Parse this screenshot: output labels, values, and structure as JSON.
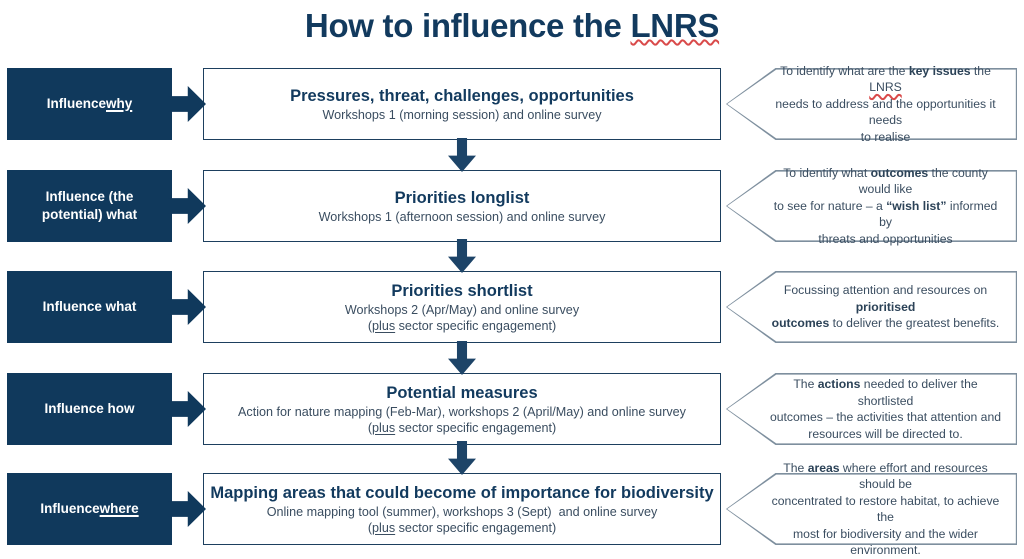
{
  "title": {
    "before": "How to influence the ",
    "misspelled": "LNRS"
  },
  "rows": [
    {
      "stage": {
        "prefix": "Influence ",
        "underlined": "why",
        "suffix": ""
      },
      "process": {
        "title": "Pressures, threat, challenges, opportunities",
        "sub1": "Workshops 1 (morning session) and online survey",
        "sub2": ""
      },
      "callout": {
        "line1_a": "To identify what are the ",
        "line1_b": "key issues",
        "line1_c": " the ",
        "line1_d": "LNRS",
        "line2": "needs to address and the opportunities it needs",
        "line3": "to realise"
      }
    },
    {
      "stage": {
        "prefix": "Influence (the\npotential) what",
        "underlined": "",
        "suffix": ""
      },
      "process": {
        "title": "Priorities longlist",
        "sub1": "Workshops 1 (afternoon session) and online survey",
        "sub2": ""
      },
      "callout": {
        "line1_a": "To identify what ",
        "line1_b": "outcomes",
        "line1_c": " the county would like",
        "line2_a": "to see for nature – a ",
        "line2_b": "“wish list”",
        "line2_c": " informed by",
        "line3": "threats and opportunities"
      }
    },
    {
      "stage": {
        "prefix": "Influence what",
        "underlined": "",
        "suffix": ""
      },
      "process": {
        "title": "Priorities shortlist",
        "sub1": "Workshops 2 (Apr/May) and online survey",
        "sub2_a": "(",
        "sub2_u": "plus",
        "sub2_b": " sector specific engagement)"
      },
      "callout": {
        "line1_a": "Focussing attention and resources on ",
        "line1_b": "prioritised",
        "line2_a": "outcomes",
        "line2_b": " to deliver the greatest benefits."
      }
    },
    {
      "stage": {
        "prefix": "Influence how",
        "underlined": "",
        "suffix": ""
      },
      "process": {
        "title": "Potential measures",
        "sub1": "Action for nature mapping (Feb-Mar), workshops 2 (April/May) and online survey",
        "sub2_a": "(",
        "sub2_u": "plus",
        "sub2_b": " sector specific engagement)"
      },
      "callout": {
        "line1_a": "The ",
        "line1_b": "actions",
        "line1_c": " needed to deliver the shortlisted",
        "line2": "outcomes – the activities that attention and",
        "line3": "resources will be directed to."
      }
    },
    {
      "stage": {
        "prefix": "Influence ",
        "underlined": "where",
        "suffix": ""
      },
      "process": {
        "title": "Mapping areas that could become of importance for biodiversity",
        "sub1": "Online mapping tool (summer), workshops 3 (Sept)  and online survey",
        "sub2_a": "(",
        "sub2_u": "plus",
        "sub2_b": " sector specific engagement)"
      },
      "callout": {
        "line1_a": "The ",
        "line1_b": "areas",
        "line1_c": " where effort and resources should be",
        "line2": "concentrated to restore habitat, to achieve the",
        "line3": "most for biodiversity and the wider environment."
      }
    }
  ],
  "colors": {
    "navy": "#10395c",
    "box_border": "#1d3f5e",
    "callout_border": "#7e8f9e",
    "body_text": "#3a4d60",
    "spellcheck_underline": "#d94a4a"
  }
}
